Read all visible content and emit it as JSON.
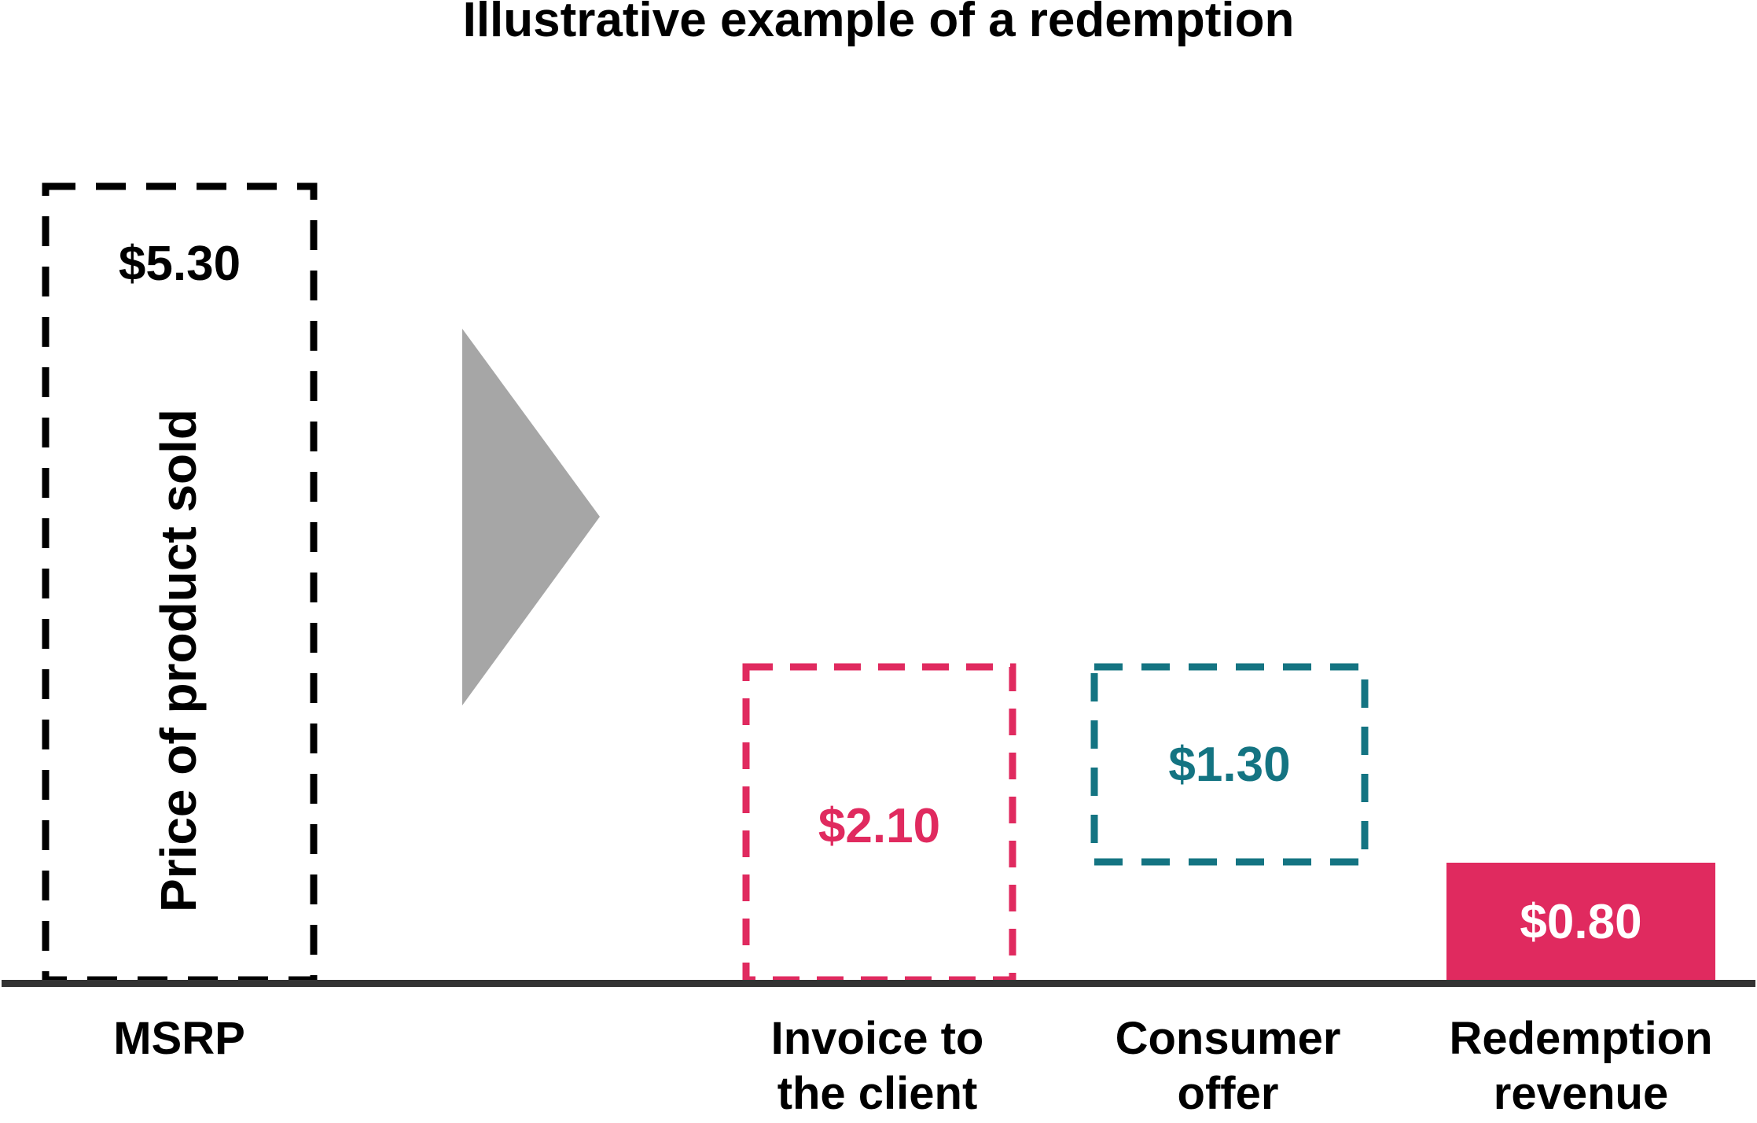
{
  "title": "Illustrative example of a redemption",
  "colors": {
    "pink": "#e02a5f",
    "teal": "#147482",
    "gray": "#a6a6a6",
    "axis": "#333333",
    "black": "#000000"
  },
  "icons": {
    "arrow": "right-triangle-arrow-icon"
  },
  "bars": [
    {
      "value_label": "$5.30",
      "annotation": "Price of product sold",
      "label_lines": [
        "MSRP"
      ]
    },
    {
      "value_label": "$2.10",
      "label_lines": [
        "Invoice to",
        "the client"
      ]
    },
    {
      "value_label": "$1.30",
      "label_lines": [
        "Consumer",
        "offer"
      ]
    },
    {
      "value_label": "$0.80",
      "label_lines": [
        "Redemption",
        "revenue"
      ]
    }
  ],
  "chart_data": {
    "type": "bar",
    "title": "Illustrative example of a redemption",
    "categories": [
      "MSRP",
      "Invoice to the client",
      "Consumer offer",
      "Redemption revenue"
    ],
    "values": [
      5.3,
      2.1,
      1.3,
      0.8
    ],
    "value_labels": [
      "$5.30",
      "$2.10",
      "$1.30",
      "$0.80"
    ],
    "currency": "USD",
    "xlabel": "",
    "ylabel": "",
    "ylim": [
      0,
      5.6
    ],
    "grid": false,
    "legend": "none",
    "annotations": [
      "Price of product sold"
    ],
    "bar_styles": [
      {
        "category": "MSRP",
        "style": "dashed-outline",
        "color": "#000000",
        "touches_baseline": true
      },
      {
        "category": "Invoice to the client",
        "style": "dashed-outline",
        "color": "#e02a5f",
        "touches_baseline": true
      },
      {
        "category": "Consumer offer",
        "style": "dashed-outline",
        "color": "#147482",
        "touches_baseline": false,
        "floats_above_baseline": true
      },
      {
        "category": "Redemption revenue",
        "style": "solid-fill",
        "color": "#e02a5f",
        "touches_baseline": true
      }
    ],
    "extras": {
      "arrow": "gray right-pointing triangle between MSRP bar and the three right-hand bars"
    }
  }
}
